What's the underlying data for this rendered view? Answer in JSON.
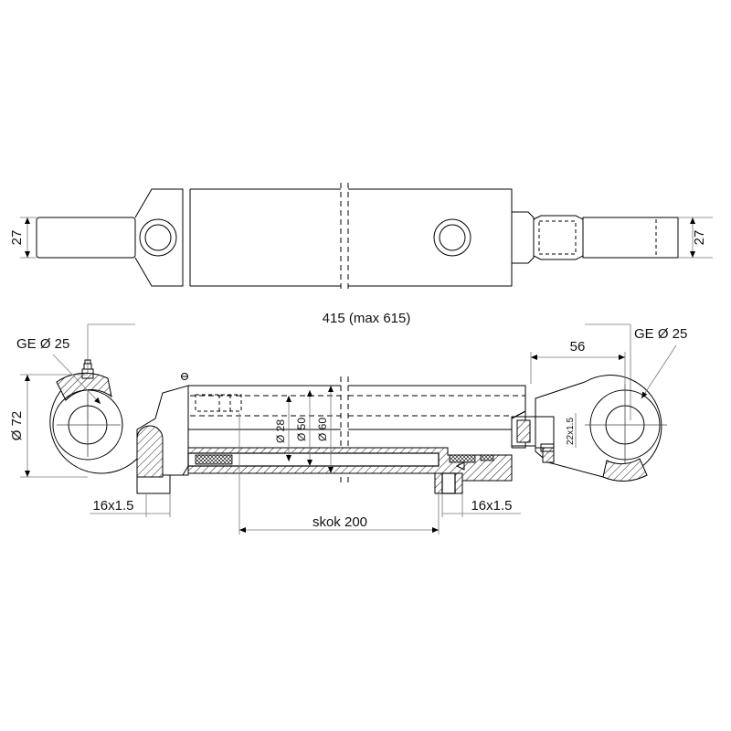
{
  "labels": {
    "top_width_left": "27",
    "top_width_right": "27",
    "overall_length": "415 (max 615)",
    "ge_left": "GE Ø 25",
    "ge_right": "GE Ø 25",
    "rod_eye_offset": "56",
    "eye_diameter": "Ø 72",
    "rod_diameter": "Ø 28",
    "bore_diameter": "Ø 50",
    "tube_diameter": "Ø 60",
    "port_thread_left": "16x1.5",
    "port_thread_right": "16x1.5",
    "stroke": "skok 200",
    "grease_thread": "22x1.5"
  }
}
